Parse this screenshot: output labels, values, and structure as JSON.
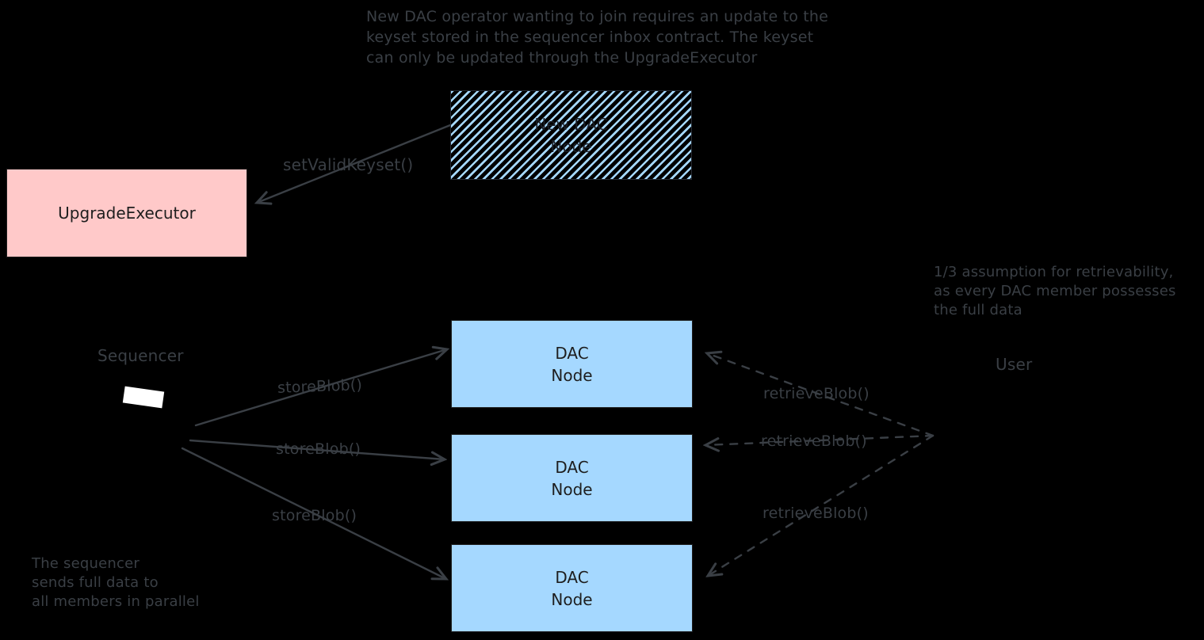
{
  "colors": {
    "background": "#000000",
    "dac_node_fill": "#a5d8ff",
    "upgrade_executor_fill": "#ffc9c9",
    "stroke_dark": "#1e1e1e",
    "wire_gray": "#3a3f45",
    "sequencer_screen": "#ffffff"
  },
  "notes": {
    "top": "New DAC operator wanting to join requires an update to the\nkeyset stored in the sequencer inbox contract. The keyset\ncan only be updated through the UpgradeExecutor",
    "right": "1/3 assumption for retrievability,\nas every DAC member possesses\nthe full data",
    "bottom_left": "The sequencer\nsends full data to\nall members in parallel"
  },
  "boxes": {
    "new_dac_node": "New DAC\nNode",
    "upgrade_executor": "UpgradeExecutor",
    "dac_node_1": "DAC\nNode",
    "dac_node_2": "DAC\nNode",
    "dac_node_3": "DAC\nNode"
  },
  "labels": {
    "sequencer": "Sequencer",
    "user": "User",
    "set_valid_keyset": "setValidKeyset()",
    "store_blob_1": "storeBlob()",
    "store_blob_2": "storeBlob()",
    "store_blob_3": "storeBlob()",
    "retrieve_blob_1": "retrieveBlob()",
    "retrieve_blob_2": "retrieveBlob()",
    "retrieve_blob_3": "retrieveBlob()"
  }
}
